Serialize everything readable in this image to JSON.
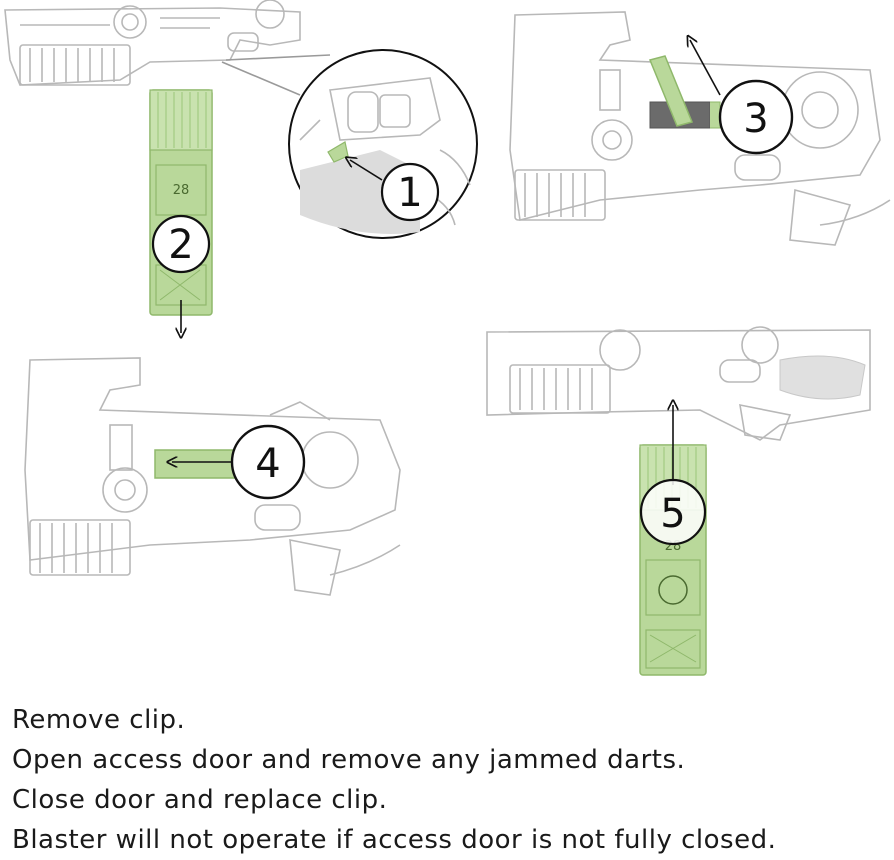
{
  "colors": {
    "clip_green": "#b9d89a",
    "clip_green_dark": "#8fb86b",
    "outline_gray": "#b0b0b0",
    "jammed_dart_dark": "#6b6b6b",
    "ink": "#111111"
  },
  "steps": [
    {
      "label": "1"
    },
    {
      "label": "2"
    },
    {
      "label": "3"
    },
    {
      "label": "4"
    },
    {
      "label": "5"
    }
  ],
  "clip": {
    "count_label": "28"
  },
  "instructions": [
    "Remove clip.",
    "Open access door and remove any jammed darts.",
    "Close door and replace clip.",
    "Blaster will not operate if access door is not fully closed."
  ]
}
